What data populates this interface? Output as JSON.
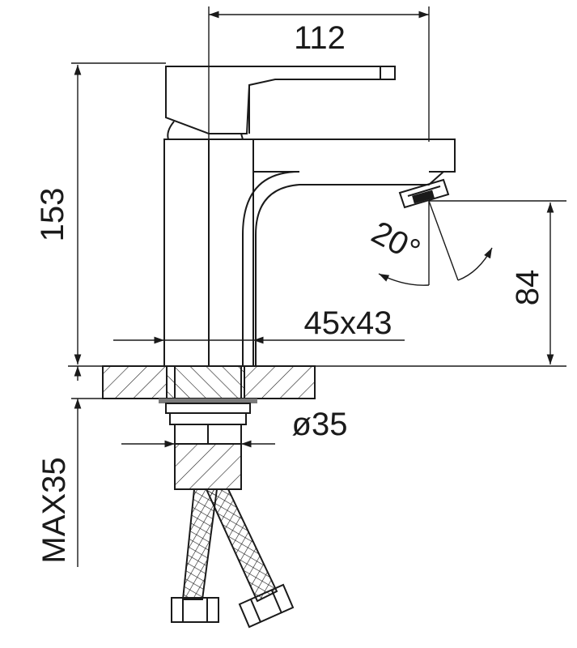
{
  "drawing": {
    "dimensions": {
      "width": "112",
      "height": "153",
      "spout_height": "84",
      "body_section": "45x43",
      "hole_diameter": "ø35",
      "max_thickness": "MAX35",
      "spray_angle": "20°"
    }
  }
}
